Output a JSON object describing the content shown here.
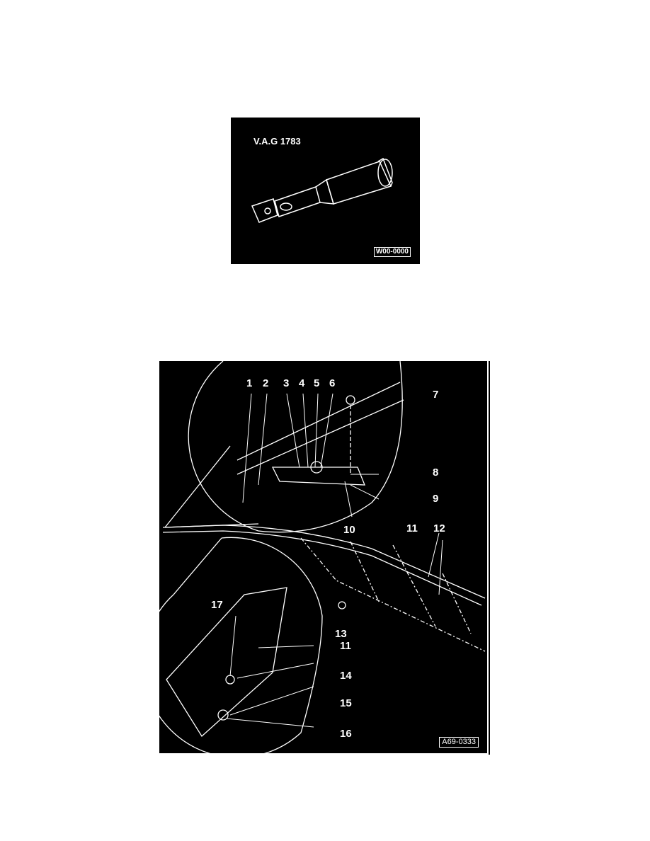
{
  "figure1": {
    "tool_label": "V.A.G 1783",
    "code": "W00-0000"
  },
  "figure2": {
    "code": "A69-0333",
    "callouts": [
      "1",
      "2",
      "3",
      "4",
      "5",
      "6",
      "7",
      "8",
      "9",
      "10",
      "11",
      "12",
      "13",
      "11",
      "14",
      "15",
      "16",
      "17"
    ]
  }
}
